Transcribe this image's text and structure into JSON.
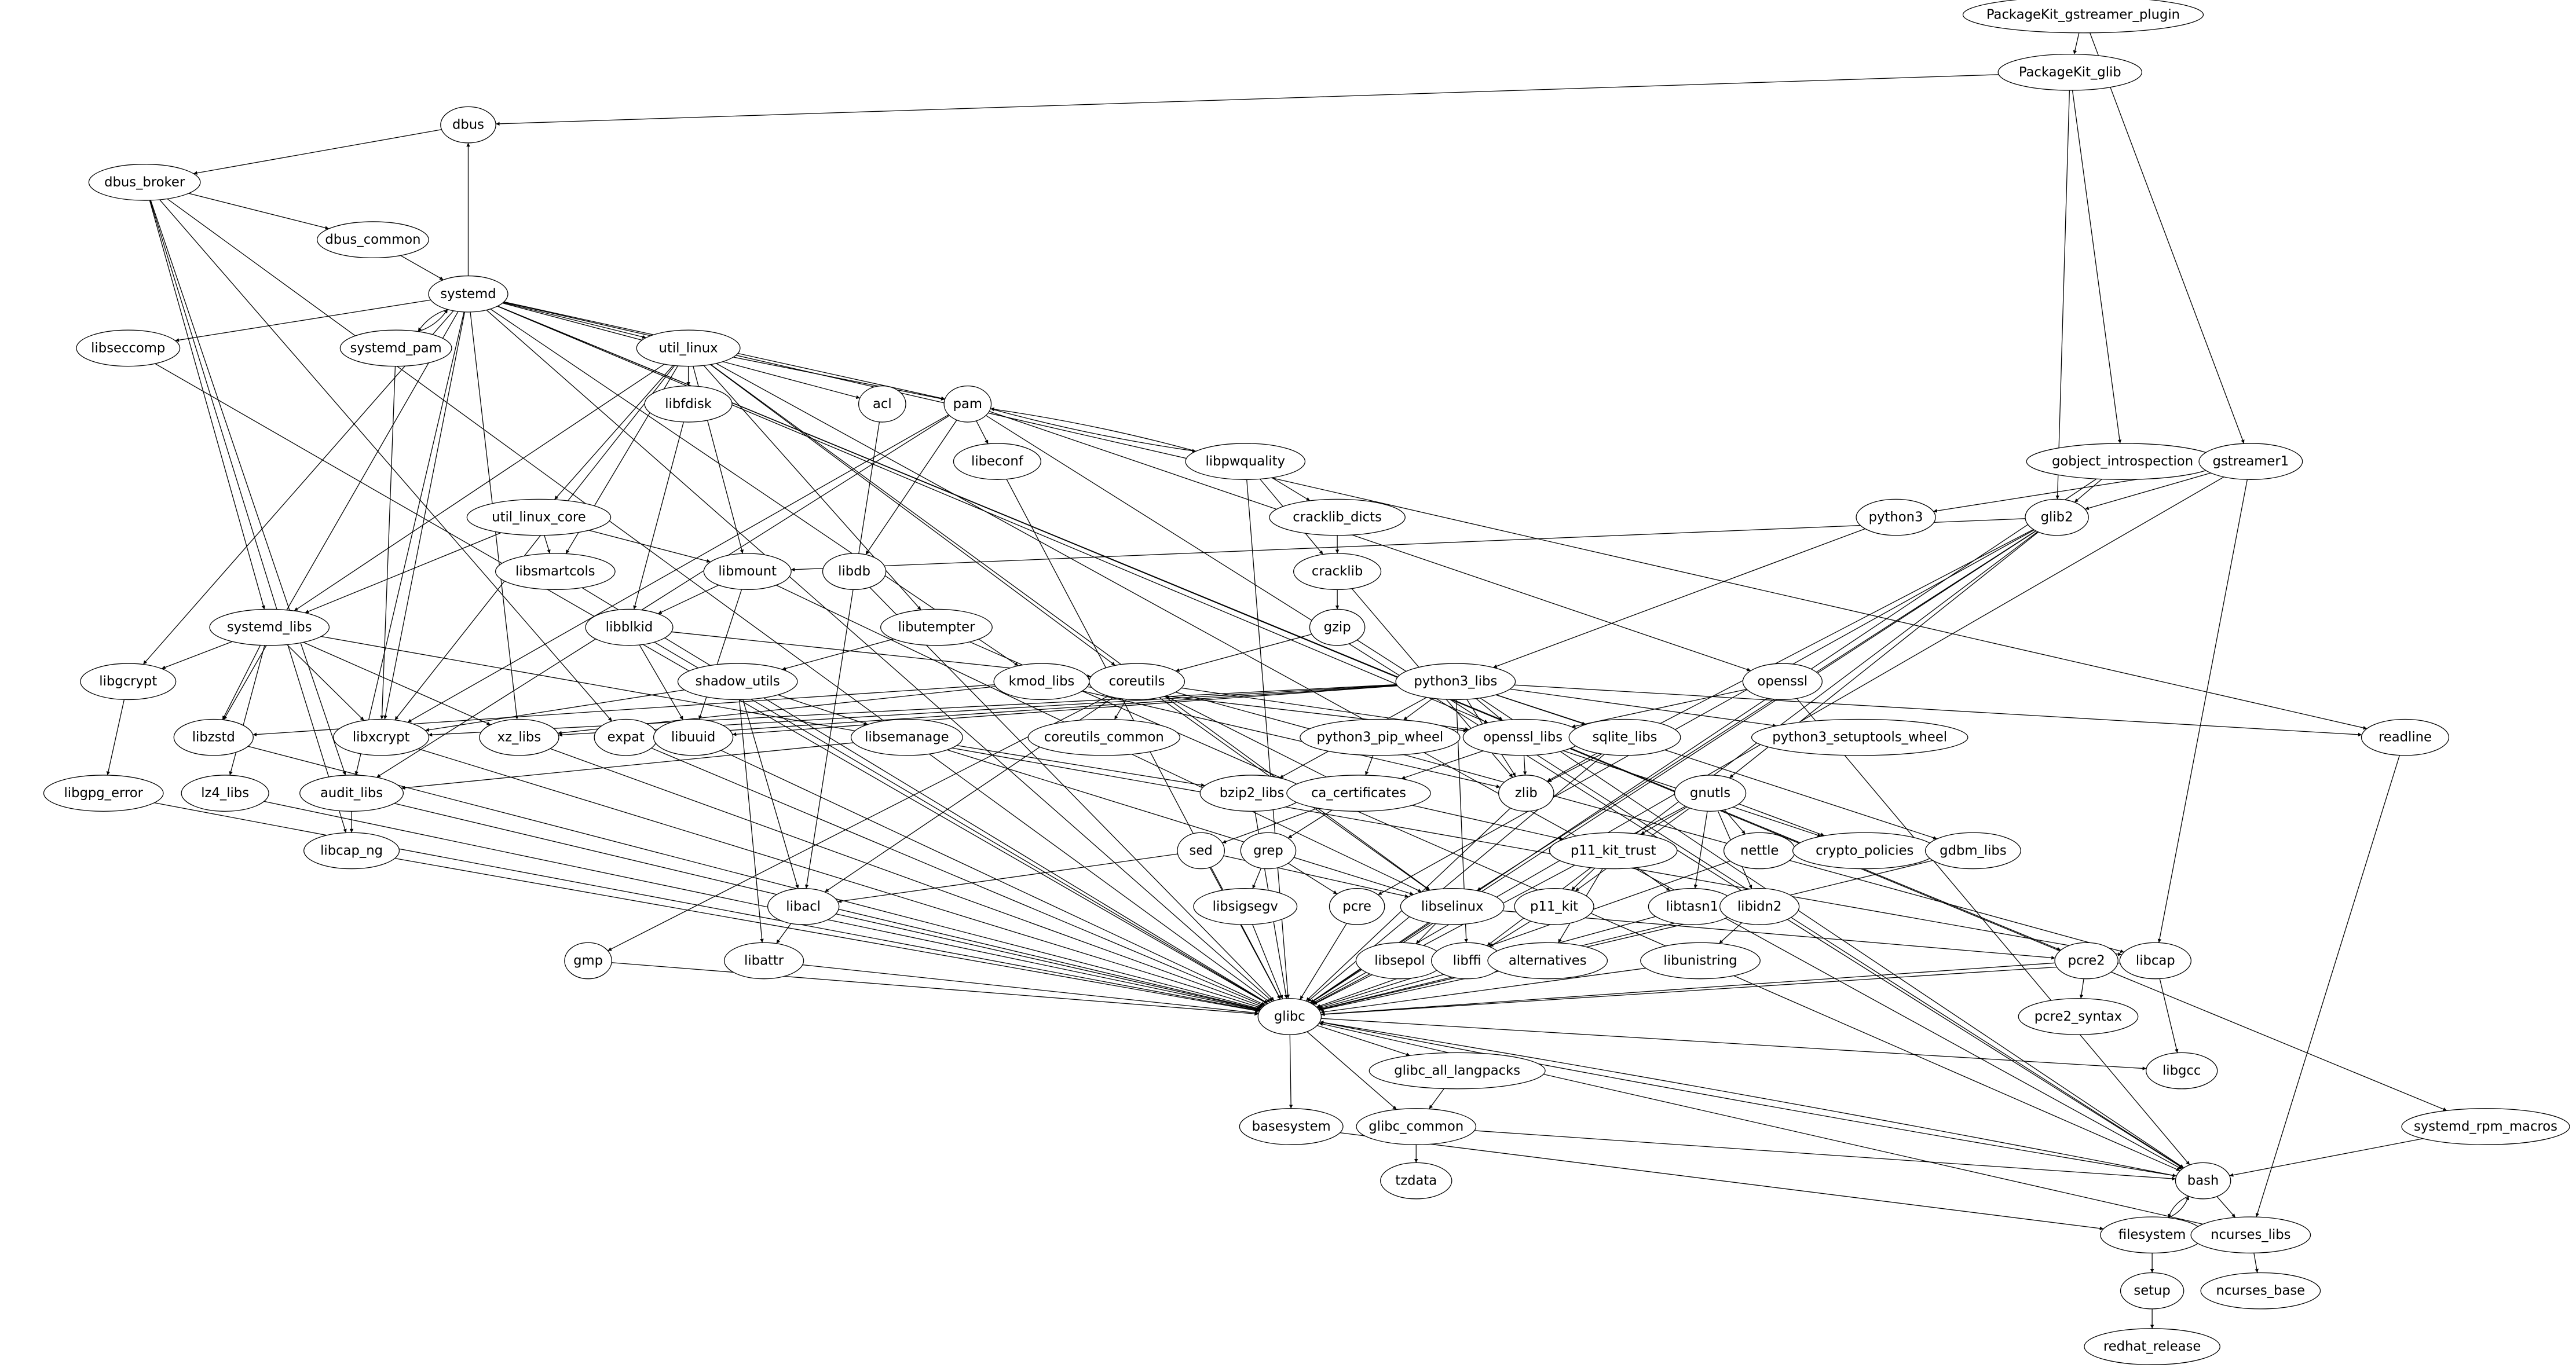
{
  "title": "Package dependency graph",
  "colors": {
    "stroke": "#000000",
    "node_fill": "#ffffff",
    "background": "#ffffff"
  },
  "nodes": [
    {
      "id": "PackageKit_gstreamer_plugin",
      "label": "PackageKit_gstreamer_plugin"
    },
    {
      "id": "PackageKit_glib",
      "label": "PackageKit_glib"
    },
    {
      "id": "dbus",
      "label": "dbus"
    },
    {
      "id": "dbus_broker",
      "label": "dbus_broker"
    },
    {
      "id": "dbus_common",
      "label": "dbus_common"
    },
    {
      "id": "systemd",
      "label": "systemd"
    },
    {
      "id": "libseccomp",
      "label": "libseccomp"
    },
    {
      "id": "systemd_pam",
      "label": "systemd_pam"
    },
    {
      "id": "util_linux",
      "label": "util_linux"
    },
    {
      "id": "acl",
      "label": "acl"
    },
    {
      "id": "pam",
      "label": "pam"
    },
    {
      "id": "libfdisk",
      "label": "libfdisk"
    },
    {
      "id": "libpwquality",
      "label": "libpwquality"
    },
    {
      "id": "libeconf",
      "label": "libeconf"
    },
    {
      "id": "gobject_introspection",
      "label": "gobject_introspection"
    },
    {
      "id": "gstreamer1",
      "label": "gstreamer1"
    },
    {
      "id": "python3",
      "label": "python3"
    },
    {
      "id": "glib2",
      "label": "glib2"
    },
    {
      "id": "cracklib_dicts",
      "label": "cracklib_dicts"
    },
    {
      "id": "util_linux_core",
      "label": "util_linux_core"
    },
    {
      "id": "libsmartcols",
      "label": "libsmartcols"
    },
    {
      "id": "libmount",
      "label": "libmount"
    },
    {
      "id": "libdb",
      "label": "libdb"
    },
    {
      "id": "cracklib",
      "label": "cracklib"
    },
    {
      "id": "systemd_libs",
      "label": "systemd_libs"
    },
    {
      "id": "libblkid",
      "label": "libblkid"
    },
    {
      "id": "libutempter",
      "label": "libutempter"
    },
    {
      "id": "gzip",
      "label": "gzip"
    },
    {
      "id": "libgcrypt",
      "label": "libgcrypt"
    },
    {
      "id": "shadow_utils",
      "label": "shadow_utils"
    },
    {
      "id": "kmod_libs",
      "label": "kmod_libs"
    },
    {
      "id": "coreutils",
      "label": "coreutils"
    },
    {
      "id": "python3_libs",
      "label": "python3_libs"
    },
    {
      "id": "openssl",
      "label": "openssl"
    },
    {
      "id": "libzstd",
      "label": "libzstd"
    },
    {
      "id": "libxcrypt",
      "label": "libxcrypt"
    },
    {
      "id": "xz_libs",
      "label": "xz_libs"
    },
    {
      "id": "expat",
      "label": "expat"
    },
    {
      "id": "libuuid",
      "label": "libuuid"
    },
    {
      "id": "libsemanage",
      "label": "libsemanage"
    },
    {
      "id": "coreutils_common",
      "label": "coreutils_common"
    },
    {
      "id": "python3_pip_wheel",
      "label": "python3_pip_wheel"
    },
    {
      "id": "openssl_libs",
      "label": "openssl_libs"
    },
    {
      "id": "sqlite_libs",
      "label": "sqlite_libs"
    },
    {
      "id": "python3_setuptools_wheel",
      "label": "python3_setuptools_wheel"
    },
    {
      "id": "readline",
      "label": "readline"
    },
    {
      "id": "libgpg_error",
      "label": "libgpg_error"
    },
    {
      "id": "lz4_libs",
      "label": "lz4_libs"
    },
    {
      "id": "audit_libs",
      "label": "audit_libs"
    },
    {
      "id": "bzip2_libs",
      "label": "bzip2_libs"
    },
    {
      "id": "ca_certificates",
      "label": "ca_certificates"
    },
    {
      "id": "zlib",
      "label": "zlib"
    },
    {
      "id": "gnutls",
      "label": "gnutls"
    },
    {
      "id": "libcap_ng",
      "label": "libcap_ng"
    },
    {
      "id": "sed",
      "label": "sed"
    },
    {
      "id": "grep",
      "label": "grep"
    },
    {
      "id": "p11_kit_trust",
      "label": "p11_kit_trust"
    },
    {
      "id": "nettle",
      "label": "nettle"
    },
    {
      "id": "crypto_policies",
      "label": "crypto_policies"
    },
    {
      "id": "gdbm_libs",
      "label": "gdbm_libs"
    },
    {
      "id": "libacl",
      "label": "libacl"
    },
    {
      "id": "libsigsegv",
      "label": "libsigsegv"
    },
    {
      "id": "pcre",
      "label": "pcre"
    },
    {
      "id": "libselinux",
      "label": "libselinux"
    },
    {
      "id": "p11_kit",
      "label": "p11_kit"
    },
    {
      "id": "libtasn1",
      "label": "libtasn1"
    },
    {
      "id": "libidn2",
      "label": "libidn2"
    },
    {
      "id": "gmp",
      "label": "gmp"
    },
    {
      "id": "libattr",
      "label": "libattr"
    },
    {
      "id": "libsepol",
      "label": "libsepol"
    },
    {
      "id": "libffi",
      "label": "libffi"
    },
    {
      "id": "alternatives",
      "label": "alternatives"
    },
    {
      "id": "libunistring",
      "label": "libunistring"
    },
    {
      "id": "pcre2",
      "label": "pcre2"
    },
    {
      "id": "libcap",
      "label": "libcap"
    },
    {
      "id": "pcre2_syntax",
      "label": "pcre2_syntax"
    },
    {
      "id": "glibc",
      "label": "glibc"
    },
    {
      "id": "glibc_all_langpacks",
      "label": "glibc_all_langpacks"
    },
    {
      "id": "libgcc",
      "label": "libgcc"
    },
    {
      "id": "basesystem",
      "label": "basesystem"
    },
    {
      "id": "glibc_common",
      "label": "glibc_common"
    },
    {
      "id": "systemd_rpm_macros",
      "label": "systemd_rpm_macros"
    },
    {
      "id": "tzdata",
      "label": "tzdata"
    },
    {
      "id": "bash",
      "label": "bash"
    },
    {
      "id": "filesystem",
      "label": "filesystem"
    },
    {
      "id": "ncurses_libs",
      "label": "ncurses_libs"
    },
    {
      "id": "setup",
      "label": "setup"
    },
    {
      "id": "ncurses_base",
      "label": "ncurses_base"
    },
    {
      "id": "redhat_release",
      "label": "redhat_release"
    }
  ],
  "edges": [
    [
      "PackageKit_gstreamer_plugin",
      "PackageKit_glib"
    ],
    [
      "PackageKit_gstreamer_plugin",
      "gstreamer1"
    ],
    [
      "PackageKit_glib",
      "dbus"
    ],
    [
      "PackageKit_glib",
      "glib2"
    ],
    [
      "PackageKit_glib",
      "gobject_introspection"
    ],
    [
      "dbus",
      "dbus_broker"
    ],
    [
      "dbus_broker",
      "dbus_common"
    ],
    [
      "dbus_broker",
      "systemd_libs"
    ],
    [
      "dbus_broker",
      "expat"
    ],
    [
      "dbus_broker",
      "audit_libs"
    ],
    [
      "dbus_broker",
      "libcap_ng"
    ],
    [
      "dbus_broker",
      "glibc"
    ],
    [
      "dbus_common",
      "systemd"
    ],
    [
      "systemd",
      "dbus"
    ],
    [
      "systemd",
      "libseccomp"
    ],
    [
      "systemd",
      "systemd_pam"
    ],
    [
      "systemd",
      "util_linux"
    ],
    [
      "systemd",
      "acl"
    ],
    [
      "systemd",
      "pam"
    ],
    [
      "systemd",
      "libgcrypt"
    ],
    [
      "systemd",
      "libzstd"
    ],
    [
      "systemd",
      "libxcrypt"
    ],
    [
      "systemd",
      "xz_libs"
    ],
    [
      "systemd",
      "audit_libs"
    ],
    [
      "systemd",
      "kmod_libs"
    ],
    [
      "systemd",
      "openssl_libs"
    ],
    [
      "systemd",
      "pcre2"
    ],
    [
      "systemd",
      "readline"
    ],
    [
      "systemd",
      "systemd_rpm_macros"
    ],
    [
      "systemd",
      "glibc"
    ],
    [
      "systemd_pam",
      "systemd"
    ],
    [
      "systemd_pam",
      "libxcrypt"
    ],
    [
      "libseccomp",
      "glibc"
    ],
    [
      "util_linux",
      "libfdisk"
    ],
    [
      "util_linux",
      "pam"
    ],
    [
      "util_linux",
      "util_linux_core"
    ],
    [
      "util_linux",
      "libsmartcols"
    ],
    [
      "util_linux",
      "libmount"
    ],
    [
      "util_linux",
      "systemd_libs"
    ],
    [
      "util_linux",
      "libxcrypt"
    ],
    [
      "util_linux",
      "libutempter"
    ],
    [
      "util_linux",
      "coreutils"
    ],
    [
      "util_linux",
      "libselinux"
    ],
    [
      "util_linux",
      "bash"
    ],
    [
      "acl",
      "libacl"
    ],
    [
      "pam",
      "libpwquality"
    ],
    [
      "pam",
      "libeconf"
    ],
    [
      "pam",
      "libdb"
    ],
    [
      "pam",
      "libxcrypt"
    ],
    [
      "pam",
      "audit_libs"
    ],
    [
      "pam",
      "openssl"
    ],
    [
      "pam",
      "bash"
    ],
    [
      "libpwquality",
      "pam"
    ],
    [
      "libpwquality",
      "cracklib_dicts"
    ],
    [
      "libpwquality",
      "cracklib"
    ],
    [
      "libpwquality",
      "glibc"
    ],
    [
      "libeconf",
      "glibc"
    ],
    [
      "libfdisk",
      "libblkid"
    ],
    [
      "gobject_introspection",
      "glib2"
    ],
    [
      "gobject_introspection",
      "glibc"
    ],
    [
      "gstreamer1",
      "python3"
    ],
    [
      "gstreamer1",
      "glib2"
    ],
    [
      "gstreamer1",
      "libcap"
    ],
    [
      "gstreamer1",
      "glibc"
    ],
    [
      "python3",
      "python3_libs"
    ],
    [
      "glib2",
      "libmount"
    ],
    [
      "glib2",
      "zlib"
    ],
    [
      "glib2",
      "pcre"
    ],
    [
      "glib2",
      "libselinux"
    ],
    [
      "glib2",
      "libffi"
    ],
    [
      "glib2",
      "gnutls"
    ],
    [
      "glib2",
      "glibc"
    ],
    [
      "cracklib_dicts",
      "cracklib"
    ],
    [
      "cracklib",
      "gzip"
    ],
    [
      "cracklib",
      "zlib"
    ],
    [
      "util_linux_core",
      "systemd_libs"
    ],
    [
      "util_linux_core",
      "libsmartcols"
    ],
    [
      "util_linux_core",
      "libmount"
    ],
    [
      "libsmartcols",
      "glibc"
    ],
    [
      "libmount",
      "libblkid"
    ],
    [
      "libmount",
      "libuuid"
    ],
    [
      "libmount",
      "libselinux"
    ],
    [
      "libdb",
      "glibc"
    ],
    [
      "systemd_libs",
      "libgcrypt"
    ],
    [
      "systemd_libs",
      "libzstd"
    ],
    [
      "systemd_libs",
      "libxcrypt"
    ],
    [
      "systemd_libs",
      "xz_libs"
    ],
    [
      "systemd_libs",
      "lz4_libs"
    ],
    [
      "systemd_libs",
      "libcap"
    ],
    [
      "libblkid",
      "libuuid"
    ],
    [
      "libblkid",
      "coreutils"
    ],
    [
      "libblkid",
      "glibc"
    ],
    [
      "libutempter",
      "shadow_utils"
    ],
    [
      "libutempter",
      "bash"
    ],
    [
      "gzip",
      "coreutils"
    ],
    [
      "gzip",
      "bash"
    ],
    [
      "libgcrypt",
      "libgpg_error"
    ],
    [
      "shadow_utils",
      "libxcrypt"
    ],
    [
      "shadow_utils",
      "libsemanage"
    ],
    [
      "shadow_utils",
      "libacl"
    ],
    [
      "shadow_utils",
      "libattr"
    ],
    [
      "kmod_libs",
      "libzstd"
    ],
    [
      "kmod_libs",
      "xz_libs"
    ],
    [
      "kmod_libs",
      "openssl_libs"
    ],
    [
      "kmod_libs",
      "zlib"
    ],
    [
      "coreutils",
      "coreutils_common"
    ],
    [
      "coreutils",
      "openssl_libs"
    ],
    [
      "coreutils",
      "libacl"
    ],
    [
      "coreutils",
      "gmp"
    ],
    [
      "coreutils",
      "libselinux"
    ],
    [
      "coreutils",
      "libcap"
    ],
    [
      "python3_libs",
      "python3_pip_wheel"
    ],
    [
      "python3_libs",
      "openssl_libs"
    ],
    [
      "python3_libs",
      "sqlite_libs"
    ],
    [
      "python3_libs",
      "python3_setuptools_wheel"
    ],
    [
      "python3_libs",
      "readline"
    ],
    [
      "python3_libs",
      "bzip2_libs"
    ],
    [
      "python3_libs",
      "expat"
    ],
    [
      "python3_libs",
      "libuuid"
    ],
    [
      "python3_libs",
      "xz_libs"
    ],
    [
      "python3_libs",
      "libxcrypt"
    ],
    [
      "python3_libs",
      "gdbm_libs"
    ],
    [
      "python3_libs",
      "zlib"
    ],
    [
      "python3_libs",
      "libffi"
    ],
    [
      "python3_libs",
      "bash"
    ],
    [
      "openssl",
      "openssl_libs"
    ],
    [
      "openssl",
      "bash"
    ],
    [
      "libzstd",
      "glibc"
    ],
    [
      "libxcrypt",
      "glibc"
    ],
    [
      "xz_libs",
      "glibc"
    ],
    [
      "expat",
      "glibc"
    ],
    [
      "libuuid",
      "glibc"
    ],
    [
      "libsemanage",
      "audit_libs"
    ],
    [
      "libsemanage",
      "libselinux"
    ],
    [
      "libsemanage",
      "bzip2_libs"
    ],
    [
      "python3_pip_wheel",
      "ca_certificates"
    ],
    [
      "openssl_libs",
      "ca_certificates"
    ],
    [
      "openssl_libs",
      "zlib"
    ],
    [
      "openssl_libs",
      "crypto_policies"
    ],
    [
      "sqlite_libs",
      "zlib"
    ],
    [
      "sqlite_libs",
      "glibc"
    ],
    [
      "readline",
      "ncurses_libs"
    ],
    [
      "libgpg_error",
      "glibc"
    ],
    [
      "lz4_libs",
      "glibc"
    ],
    [
      "audit_libs",
      "libcap_ng"
    ],
    [
      "audit_libs",
      "glibc"
    ],
    [
      "bzip2_libs",
      "glibc"
    ],
    [
      "ca_certificates",
      "sed"
    ],
    [
      "ca_certificates",
      "grep"
    ],
    [
      "ca_certificates",
      "p11_kit_trust"
    ],
    [
      "ca_certificates",
      "coreutils"
    ],
    [
      "zlib",
      "glibc"
    ],
    [
      "gnutls",
      "p11_kit_trust"
    ],
    [
      "gnutls",
      "nettle"
    ],
    [
      "gnutls",
      "crypto_policies"
    ],
    [
      "gnutls",
      "libtasn1"
    ],
    [
      "gnutls",
      "libidn2"
    ],
    [
      "gnutls",
      "p11_kit"
    ],
    [
      "gnutls",
      "glibc"
    ],
    [
      "libcap_ng",
      "glibc"
    ],
    [
      "sed",
      "libacl"
    ],
    [
      "sed",
      "libselinux"
    ],
    [
      "sed",
      "glibc"
    ],
    [
      "grep",
      "libsigsegv"
    ],
    [
      "grep",
      "pcre"
    ],
    [
      "p11_kit_trust",
      "p11_kit"
    ],
    [
      "p11_kit_trust",
      "libtasn1"
    ],
    [
      "p11_kit_trust",
      "alternatives"
    ],
    [
      "nettle",
      "glibc"
    ],
    [
      "gdbm_libs",
      "glibc"
    ],
    [
      "libacl",
      "libattr"
    ],
    [
      "libacl",
      "glibc"
    ],
    [
      "libsigsegv",
      "glibc"
    ],
    [
      "pcre",
      "glibc"
    ],
    [
      "libselinux",
      "libsepol"
    ],
    [
      "libselinux",
      "pcre2"
    ],
    [
      "libselinux",
      "glibc"
    ],
    [
      "p11_kit",
      "libffi"
    ],
    [
      "libtasn1",
      "glibc"
    ],
    [
      "libidn2",
      "libunistring"
    ],
    [
      "libidn2",
      "glibc"
    ],
    [
      "gmp",
      "glibc"
    ],
    [
      "libattr",
      "glibc"
    ],
    [
      "libsepol",
      "glibc"
    ],
    [
      "libffi",
      "glibc"
    ],
    [
      "alternatives",
      "glibc"
    ],
    [
      "libunistring",
      "glibc"
    ],
    [
      "pcre2",
      "pcre2_syntax"
    ],
    [
      "pcre2",
      "glibc"
    ],
    [
      "libcap",
      "libgcc"
    ],
    [
      "libcap",
      "glibc"
    ],
    [
      "glibc",
      "glibc_all_langpacks"
    ],
    [
      "glibc",
      "glibc_common"
    ],
    [
      "glibc",
      "basesystem"
    ],
    [
      "glibc",
      "libgcc"
    ],
    [
      "glibc",
      "bash"
    ],
    [
      "glibc_all_langpacks",
      "glibc_common"
    ],
    [
      "glibc_common",
      "tzdata"
    ],
    [
      "glibc_common",
      "bash"
    ],
    [
      "basesystem",
      "filesystem"
    ],
    [
      "systemd_rpm_macros",
      "bash"
    ],
    [
      "bash",
      "filesystem"
    ],
    [
      "bash",
      "ncurses_libs"
    ],
    [
      "bash",
      "glibc"
    ],
    [
      "filesystem",
      "bash"
    ],
    [
      "filesystem",
      "setup"
    ],
    [
      "ncurses_libs",
      "ncurses_base"
    ],
    [
      "ncurses_libs",
      "glibc"
    ],
    [
      "setup",
      "redhat_release"
    ]
  ]
}
